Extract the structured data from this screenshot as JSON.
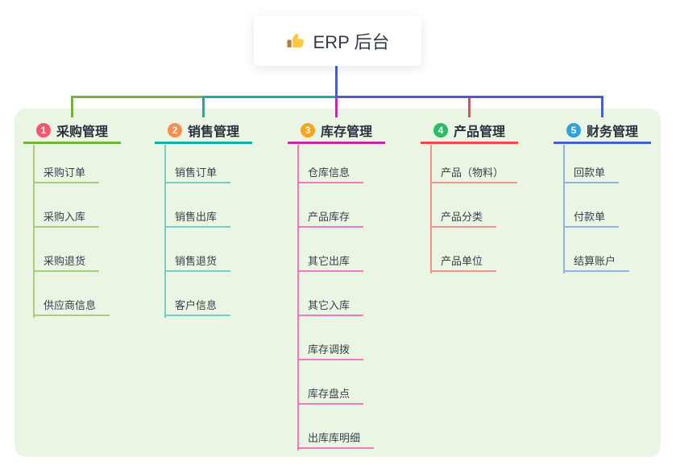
{
  "root": {
    "label": "ERP 后台",
    "icon": "thumbs-up"
  },
  "colors": {
    "canvas": "#FFFFFF",
    "panel": "#EAF6E3",
    "root_line": "#4A5EC9",
    "root_text": "#333B4B",
    "header_text": "#28303E",
    "child_text": "#373F4A"
  },
  "branches": [
    {
      "index": "1",
      "label": "采购管理",
      "badge_color": "#F4566C",
      "line_color": "#72B33C",
      "child_line_color": "#A6D07F",
      "children": [
        "采购订单",
        "采购入库",
        "采购退货",
        "供应商信息"
      ]
    },
    {
      "index": "2",
      "label": "销售管理",
      "badge_color": "#FA8E4F",
      "line_color": "#12B2A5",
      "child_line_color": "#76CFC7",
      "children": [
        "销售订单",
        "销售出库",
        "销售退货",
        "客户信息"
      ]
    },
    {
      "index": "3",
      "label": "库存管理",
      "badge_color": "#F9A41D",
      "line_color": "#C62AA0",
      "child_line_color": "#EF79C2",
      "children": [
        "仓库信息",
        "产品库存",
        "其它出库",
        "其它入库",
        "库存调拨",
        "库存盘点",
        "出库库明细"
      ]
    },
    {
      "index": "4",
      "label": "产品管理",
      "badge_color": "#2BBB64",
      "line_color": "#EE4850",
      "child_line_color": "#F4938E",
      "children": [
        "产品（物料）",
        "产品分类",
        "产品单位"
      ]
    },
    {
      "index": "5",
      "label": "财务管理",
      "badge_color": "#2EA2DC",
      "line_color": "#4460CC",
      "child_line_color": "#96AEE6",
      "children": [
        "回款单",
        "付款单",
        "结算账户"
      ]
    }
  ]
}
